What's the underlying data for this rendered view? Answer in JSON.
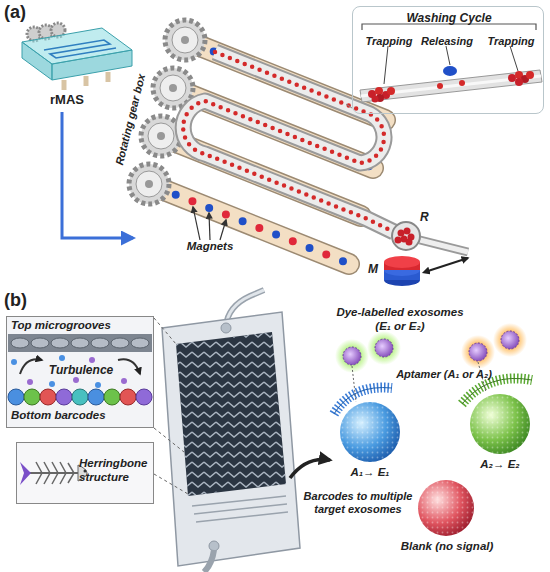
{
  "diagram": {
    "nodes": [
      {
        "text": [
          "Washing Cycle",
          "Trapping",
          "Releasing",
          "Trapping"
        ]
      },
      {
        "text": [
          "Top microgrooves",
          "Turbulence",
          "Bottom barcodes"
        ]
      },
      {
        "text": [
          "Herringbone structure"
        ]
      }
    ],
    "labels": [
      "(a)",
      "rMAS",
      "Rotating gear box",
      "Magnets",
      "R",
      "M",
      "(b)",
      "Barcodes to multiple target exosomes",
      "Dye-labelled exosomes (E₁ or E₂)",
      "Aptamer (A₁ or A₂)",
      "A₁→ E₁",
      "A₂→ E₂",
      "Blank (no signal)"
    ]
  }
}
